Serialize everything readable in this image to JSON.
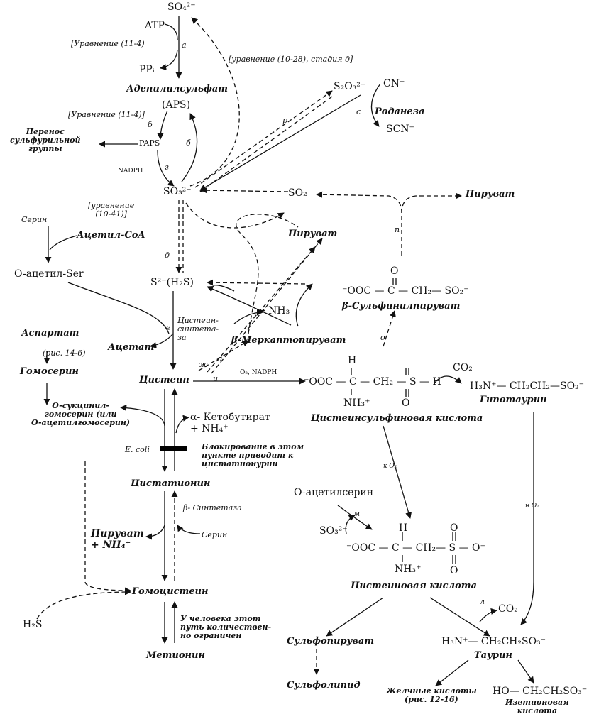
{
  "labels": {
    "so4": "SO₄²⁻",
    "atp": "ATP",
    "eq_11_4_a": "[Уравнение (11-4)",
    "step_a": "а",
    "ppi": "PPᵢ",
    "adenylyl_sulfate": "Аденилилсульфат",
    "aps": "(APS)",
    "eq_10_28": "[уравнение (10-28), стадия д]",
    "eq_11_4_b": "[Уравнение (11-4)]",
    "step_b1": "б",
    "step_b2": "б",
    "sulfuryl_transfer": "Перенос\nсульфурильной\nгруппы",
    "paps": "PAPS",
    "nadph": "NADPH",
    "step_g": "г",
    "so3": "SO₃²⁻",
    "thiosulfate": "S₂O₃²⁻",
    "cn": "CN⁻",
    "step_p": "р",
    "step_s": "с",
    "rhodanese": "Роданеза",
    "scn": "SCN⁻",
    "so2": "SO₂",
    "pyruvate_right": "Пируват",
    "eq_10_41": "[уравнение\n(10-41)]",
    "serine_top": "Серин",
    "acetyl_coa": "Ацетил-CoA",
    "pyruvate_mid": "Пируват",
    "step_p2": "п",
    "o_acetyl_ser": "O-ацетил-Ser",
    "step_d": "д",
    "sulfide": "S²⁻(H₂S)",
    "carbonyl_o": "O",
    "sulfinylpyruvate_formula": "⁻OOC — C — CH₂— SO₂⁻",
    "sulfinylpyruvate": "β-Сульфинилпируват",
    "nh3": "→ NH₃",
    "cys_synthetase": "Цистеин-\nсинтета-\nза",
    "step_e": "е",
    "aspartate": "Аспартат",
    "acetate": "Ацетат",
    "mercaptopyruvate": "β-Меркаптопируват",
    "step_o": "о",
    "fig_14_6": "(рис. 14-6)",
    "step_zh": "ж",
    "step_d2": "д",
    "homoserine": "Гомосерин",
    "h_top": "H",
    "co2_top": "CO₂",
    "cysteine": "Цистеин",
    "step_i": "и",
    "o2_nadph": "O₂, NADPH",
    "csa_formula": "⁻OOC — C — CH₂ — S — H",
    "hypotaurine_formula": "H₃N⁺— CH₂CH₂—SO₂⁻",
    "nh3plus_1": "NH₃⁺",
    "o_bottom": "O",
    "succinyl_homoserine": "O-сукцинил-\nгомосерин (или\nO-ацетилгомосерин)",
    "csa": "Цистеинсульфиновая кислота",
    "hypotaurine": "Гипотаурин",
    "ketobutyrate": "α- Кетобутират\n+ NH₄⁺",
    "ecoli": "E. coli",
    "block_note": "Блокирование в этом\nпункте приводит к\nцистатионурии",
    "k_o2": "к  O₂",
    "cystathionine": "Цистатионин",
    "n_o2": "н  O₂",
    "o_acetylserine": "O-ацетилсерин",
    "beta_synthetase": "β- Синтетаза",
    "step_m": "м",
    "so3_2": "SO₃²⁻",
    "h_2": "H",
    "o_top2": "O",
    "pyruvate_low": "Пируват\n+ NH₄⁺",
    "serine_low": "Серин",
    "cya_formula": "⁻OOC — C — CH₂— S — O⁻",
    "nh3plus_2": "NH₃⁺",
    "o_bottom2": "O",
    "homocysteine": "Гомоцистеин",
    "cysteic_acid": "Цистеиновая кислота",
    "step_l": "л",
    "co2_2": "CO₂",
    "h2s": "H₂S",
    "human_note": "У человека этот\nпуть количествен-\nно ограничен",
    "sulfopyruvate": "Сульфопируват",
    "taurine_formula": "H₃N⁺— CH₂CH₂SO₃⁻",
    "methionine": "Метионин",
    "taurine": "Таурин",
    "sulfolipid": "Сульфолипид",
    "bile_acids": "Желчные кислоты\n(рис. 12-16)",
    "isethionic_formula": "HO— CH₂CH₂SO₃⁻",
    "isethionic": "Изетионовая\nкислота"
  }
}
